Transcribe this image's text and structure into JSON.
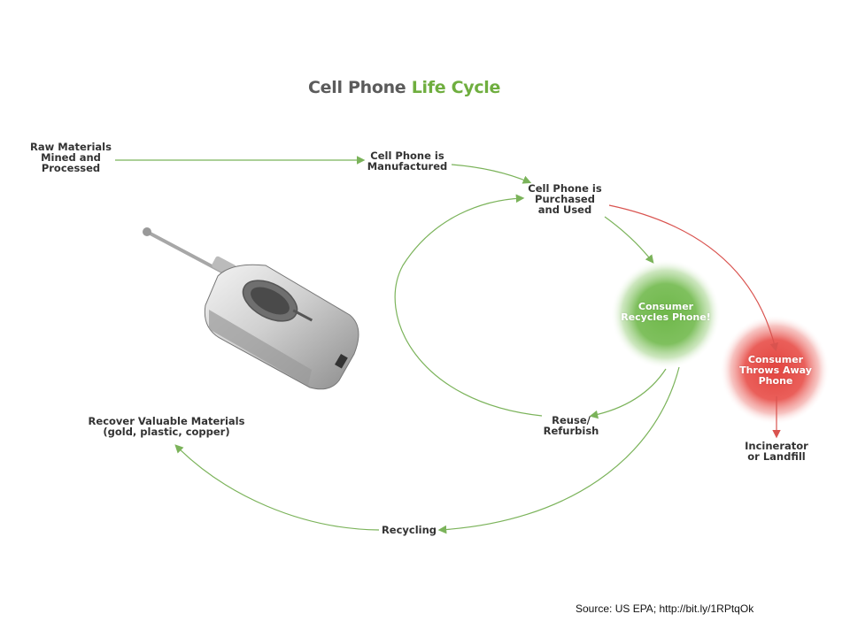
{
  "title": {
    "part1": "Cell Phone",
    "part2": "Life Cycle"
  },
  "nodes": {
    "raw_materials": "Raw Materials\nMined and\nProcessed",
    "manufactured": "Cell Phone is\nManufactured",
    "purchased": "Cell Phone is\nPurchased\nand Used",
    "recycles": "Consumer\nRecycles Phone!",
    "throws_away": "Consumer\nThrows Away\nPhone",
    "incinerator": "Incinerator\nor Landfill",
    "reuse": "Reuse/\nRefurbish",
    "recover": "Recover Valuable Materials\n(gold, plastic, copper)",
    "recycling": "Recycling"
  },
  "source": "Source:  US EPA; http://bit.ly/1RPtqOk",
  "colors": {
    "green": "#6fae3f",
    "red": "#e04848",
    "gray": "#5b5b5b",
    "arrow_green": "#7bb35a",
    "arrow_red": "#d9534f"
  },
  "icons": {
    "phone": "flip-phone-image"
  }
}
